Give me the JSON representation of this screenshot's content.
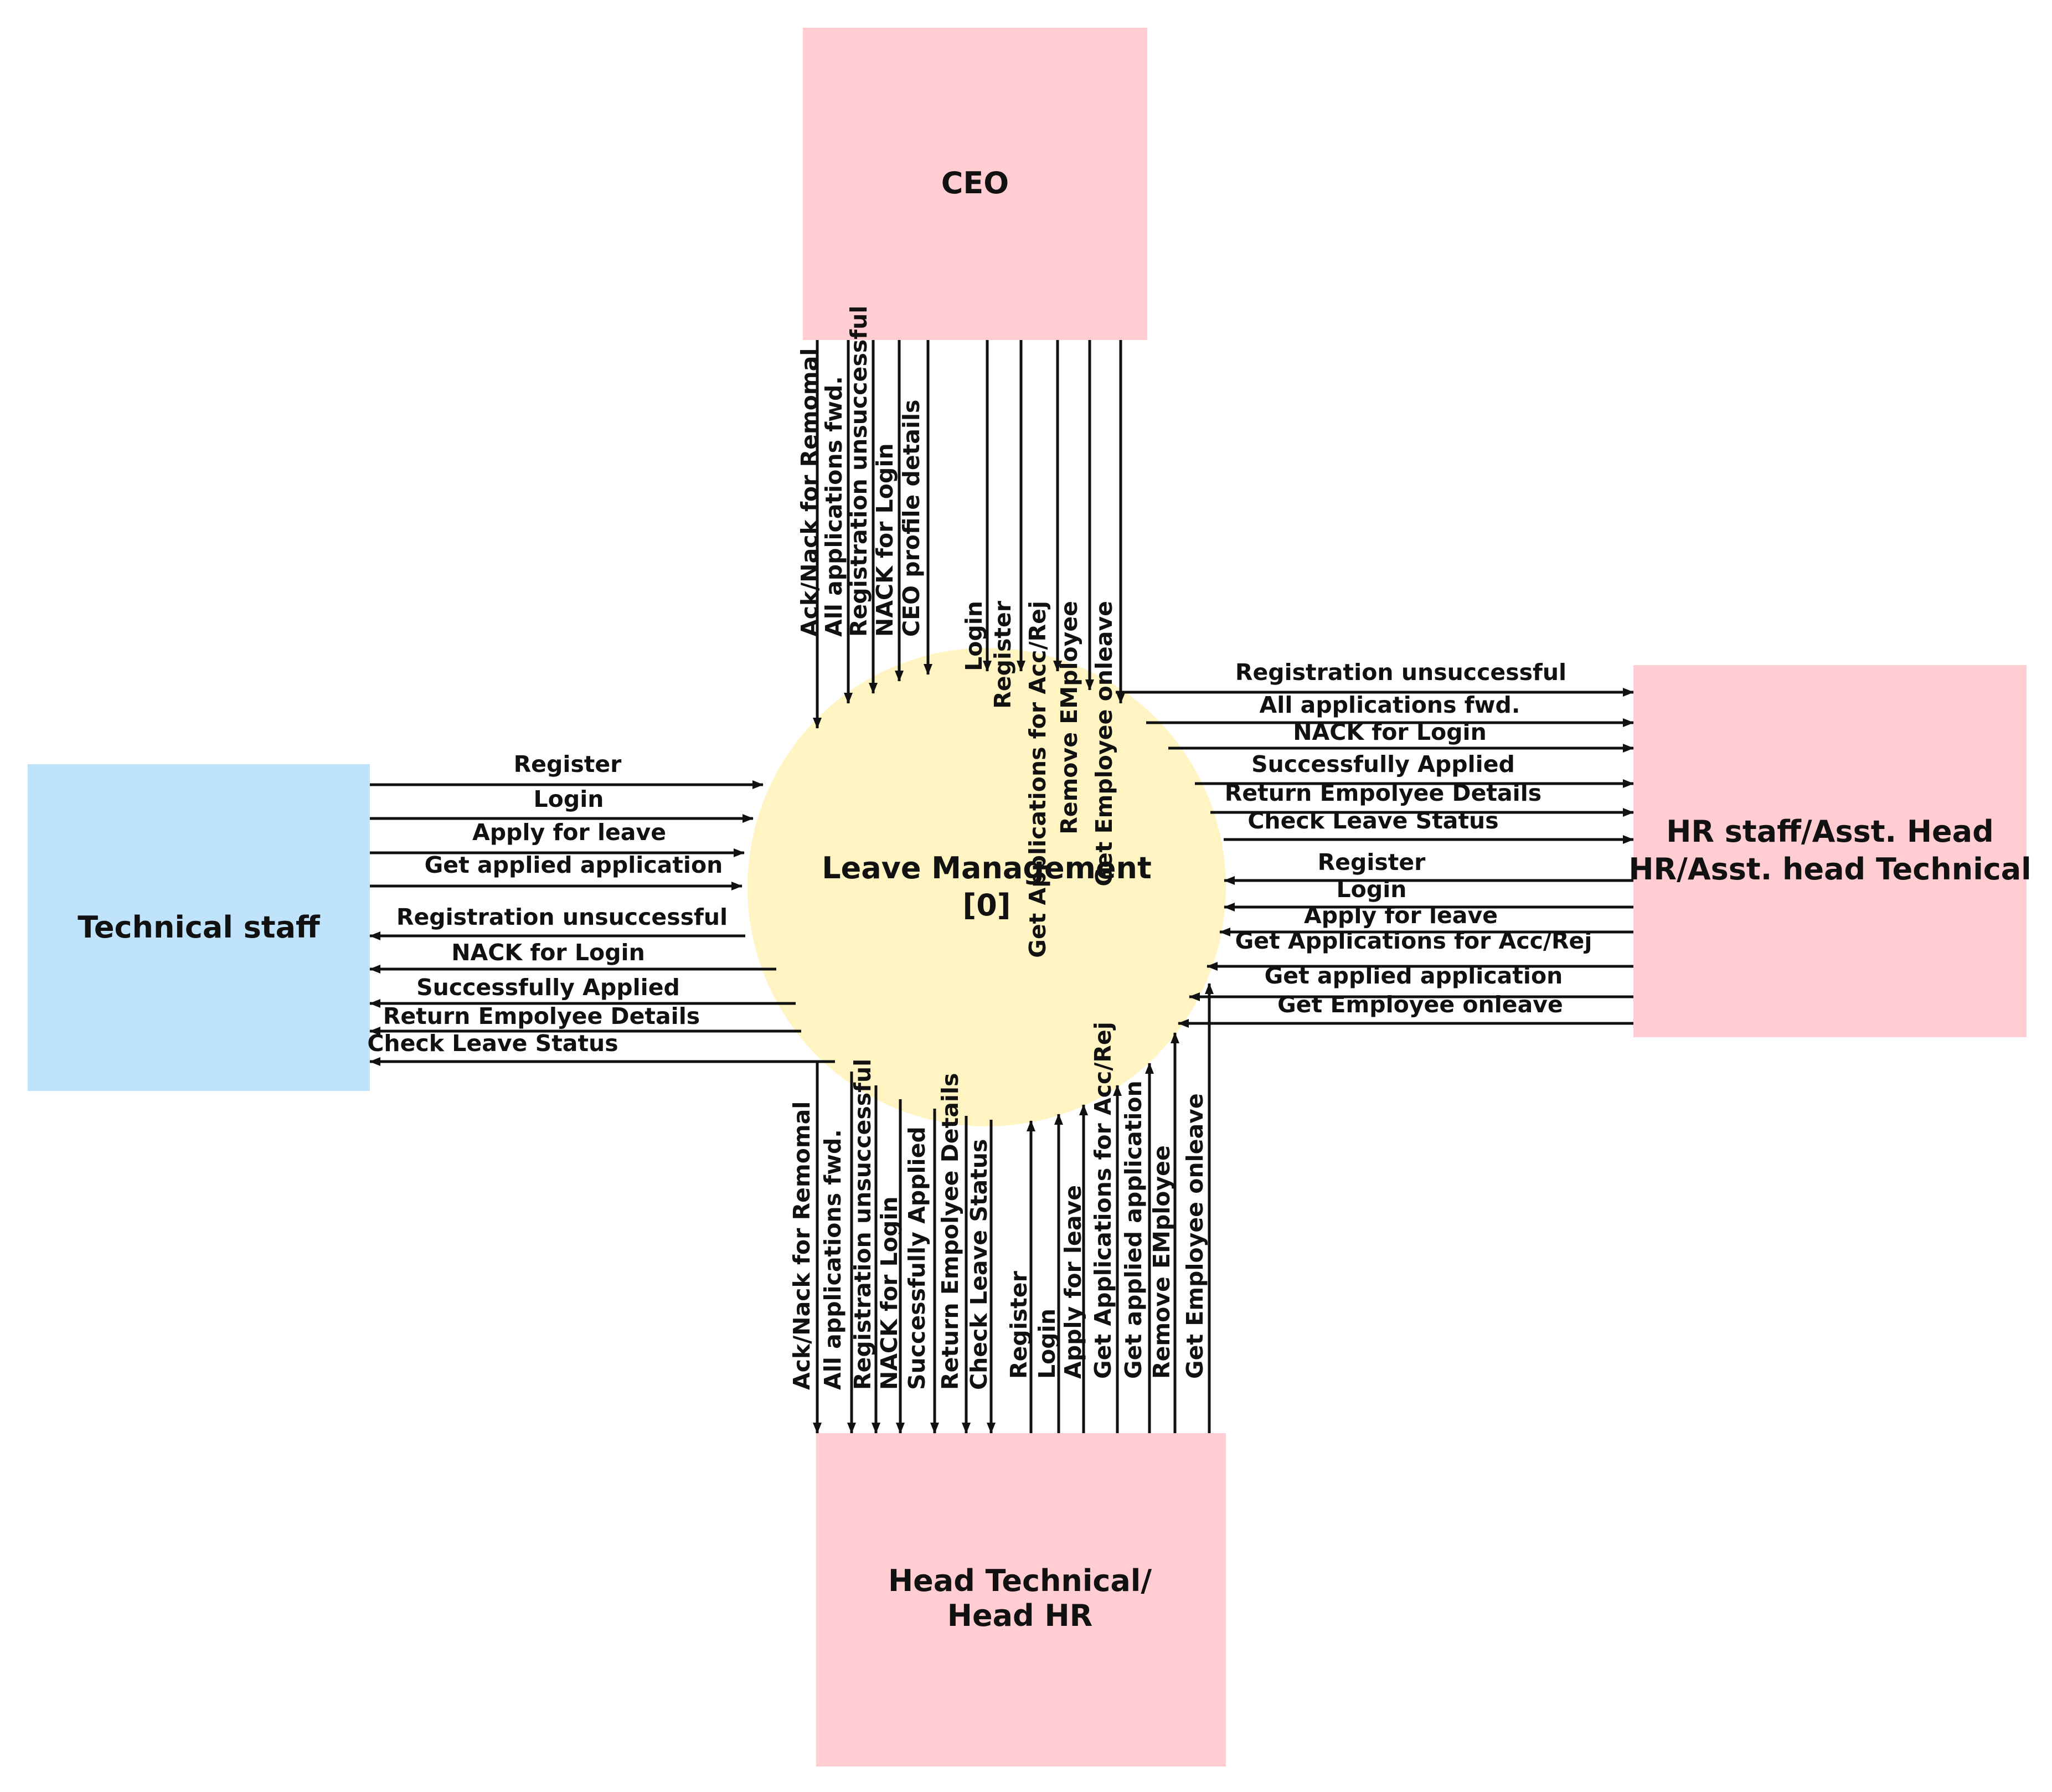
{
  "colors": {
    "pink_entity": "#FFCDD2",
    "blue_entity": "#BFE3FB",
    "process_fill": "#FFF4C2",
    "process_text": "#F24A3E",
    "line": "#111111"
  },
  "process": {
    "title": "Leave Management",
    "id": "[0]"
  },
  "entities": {
    "ceo": {
      "label": "CEO"
    },
    "technical_staff": {
      "label": "Technical staff"
    },
    "hr_staff": {
      "line1": "HR staff/Asst. Head",
      "line2": "HR/Asst. head Technical"
    },
    "head": {
      "line1": "Head Technical/",
      "line2": "Head HR"
    }
  },
  "flows": {
    "ceo": {
      "outgoing": [
        "Ack/Nack for Remomal",
        "All applications fwd.",
        "Registration unsuccessful",
        "NACK for Login",
        "CEO profile details"
      ],
      "incoming": [
        "Login",
        "Register",
        "Get Applications for Acc/Rej",
        "Remove EMployee",
        "Get Employee onleave"
      ]
    },
    "technical_staff": {
      "incoming": [
        "Register",
        "Login",
        "Apply for leave",
        "Get applied application"
      ],
      "outgoing": [
        "Registration unsuccessful",
        "NACK for Login",
        "Successfully Applied",
        "Return Empolyee Details",
        "Check Leave Status"
      ]
    },
    "hr_staff": {
      "outgoing": [
        "Registration unsuccessful",
        "All applications fwd.",
        "NACK for Login",
        "Successfully Applied",
        "Return Empolyee Details",
        "Check Leave Status"
      ],
      "incoming": [
        "Register",
        "Login",
        "Apply for leave",
        "Get Applications for Acc/Rej",
        "Get applied application",
        "Get Employee onleave"
      ]
    },
    "head": {
      "outgoing": [
        "Ack/Nack for Remomal",
        "All applications fwd.",
        "Registration unsuccessful",
        "NACK for Login",
        "Successfully Applied",
        "Return Empolyee Details",
        "Check Leave Status"
      ],
      "incoming": [
        "Register",
        "Login",
        "Apply for leave",
        "Get Applications for Acc/Rej",
        "Get applied application",
        "Remove EMployee",
        "Get Employee onleave"
      ]
    }
  }
}
